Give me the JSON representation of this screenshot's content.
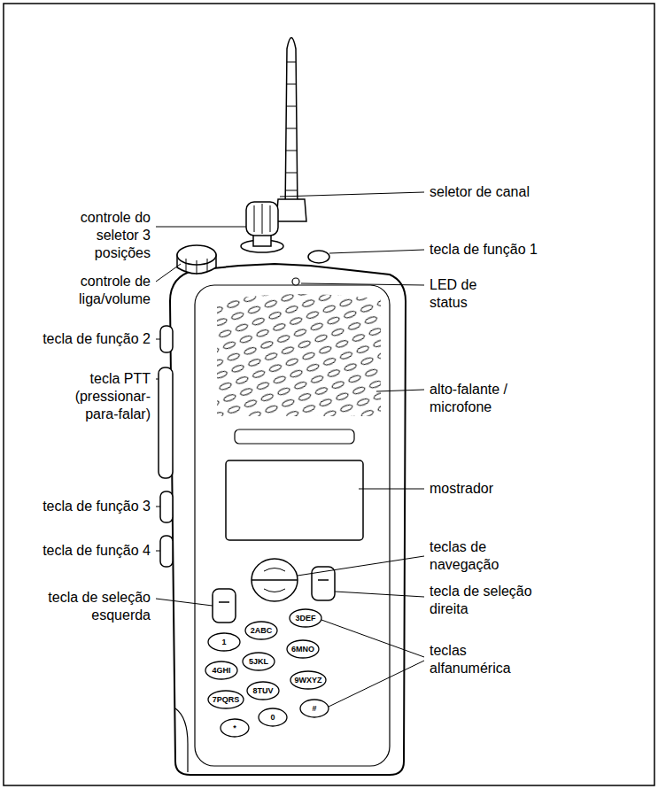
{
  "diagram": {
    "labels": [
      "seletor de canal",
      "controle do seletor 3 posições",
      "tecla de função 1",
      "controle de liga/volume",
      "LED de status",
      "tecla de função 2",
      "alto-falante / microfone",
      "tecla PTT (pressionar-para-falar)",
      "mostrador",
      "tecla de função 3",
      "tecla de função 4",
      "teclas de navegação",
      "tecla de seleção esquerda",
      "tecla de seleção direita",
      "teclas alfanumérica",
      "1",
      "2ABC",
      "3DEF",
      "4GHI",
      "5JKL",
      "6MNO",
      "7PQRS",
      "8TUV",
      "9WXYZ",
      "*",
      "0",
      "#"
    ]
  }
}
